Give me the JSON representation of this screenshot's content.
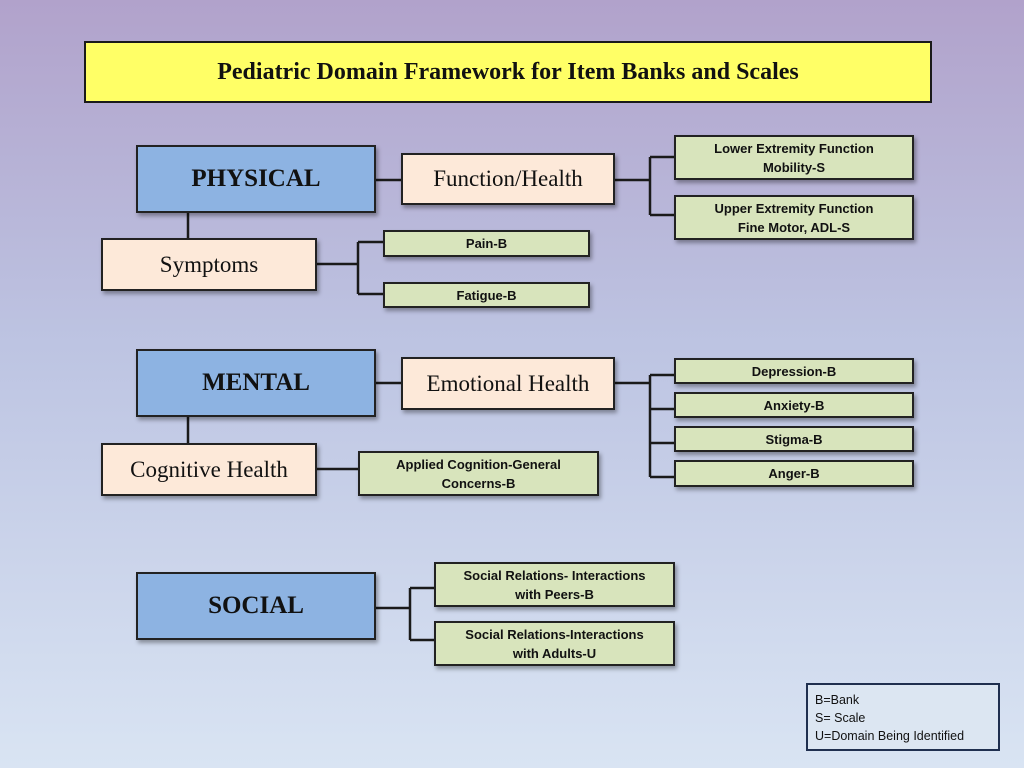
{
  "title": "Pediatric Domain Framework for Item Banks and Scales",
  "physical": {
    "label": "PHYSICAL",
    "function_health": {
      "label": "Function/Health",
      "items": [
        [
          "Lower Extremity Function",
          "Mobility-S"
        ],
        [
          "Upper Extremity Function",
          "Fine Motor, ADL-S"
        ]
      ]
    },
    "symptoms": {
      "label": "Symptoms",
      "items": [
        "Pain-B",
        "Fatigue-B"
      ]
    }
  },
  "mental": {
    "label": "MENTAL",
    "emotional_health": {
      "label": "Emotional Health",
      "items": [
        "Depression-B",
        "Anxiety-B",
        "Stigma-B",
        "Anger-B"
      ]
    },
    "cognitive_health": {
      "label": "Cognitive Health",
      "item": [
        "Applied Cognition-General",
        "Concerns-B"
      ]
    }
  },
  "social": {
    "label": "SOCIAL",
    "items": [
      [
        "Social Relations- Interactions",
        "with Peers-B"
      ],
      [
        "Social Relations-Interactions",
        "with Adults-U"
      ]
    ]
  },
  "legend": [
    "B=Bank",
    "S= Scale",
    "U=Domain Being Identified"
  ],
  "colors": {
    "title_fill": "#ffff66",
    "domain_fill": "#8db3e2",
    "subdomain_fill": "#fde9d9",
    "item_fill": "#d8e4bc",
    "legend_fill": "#dce6f2"
  }
}
